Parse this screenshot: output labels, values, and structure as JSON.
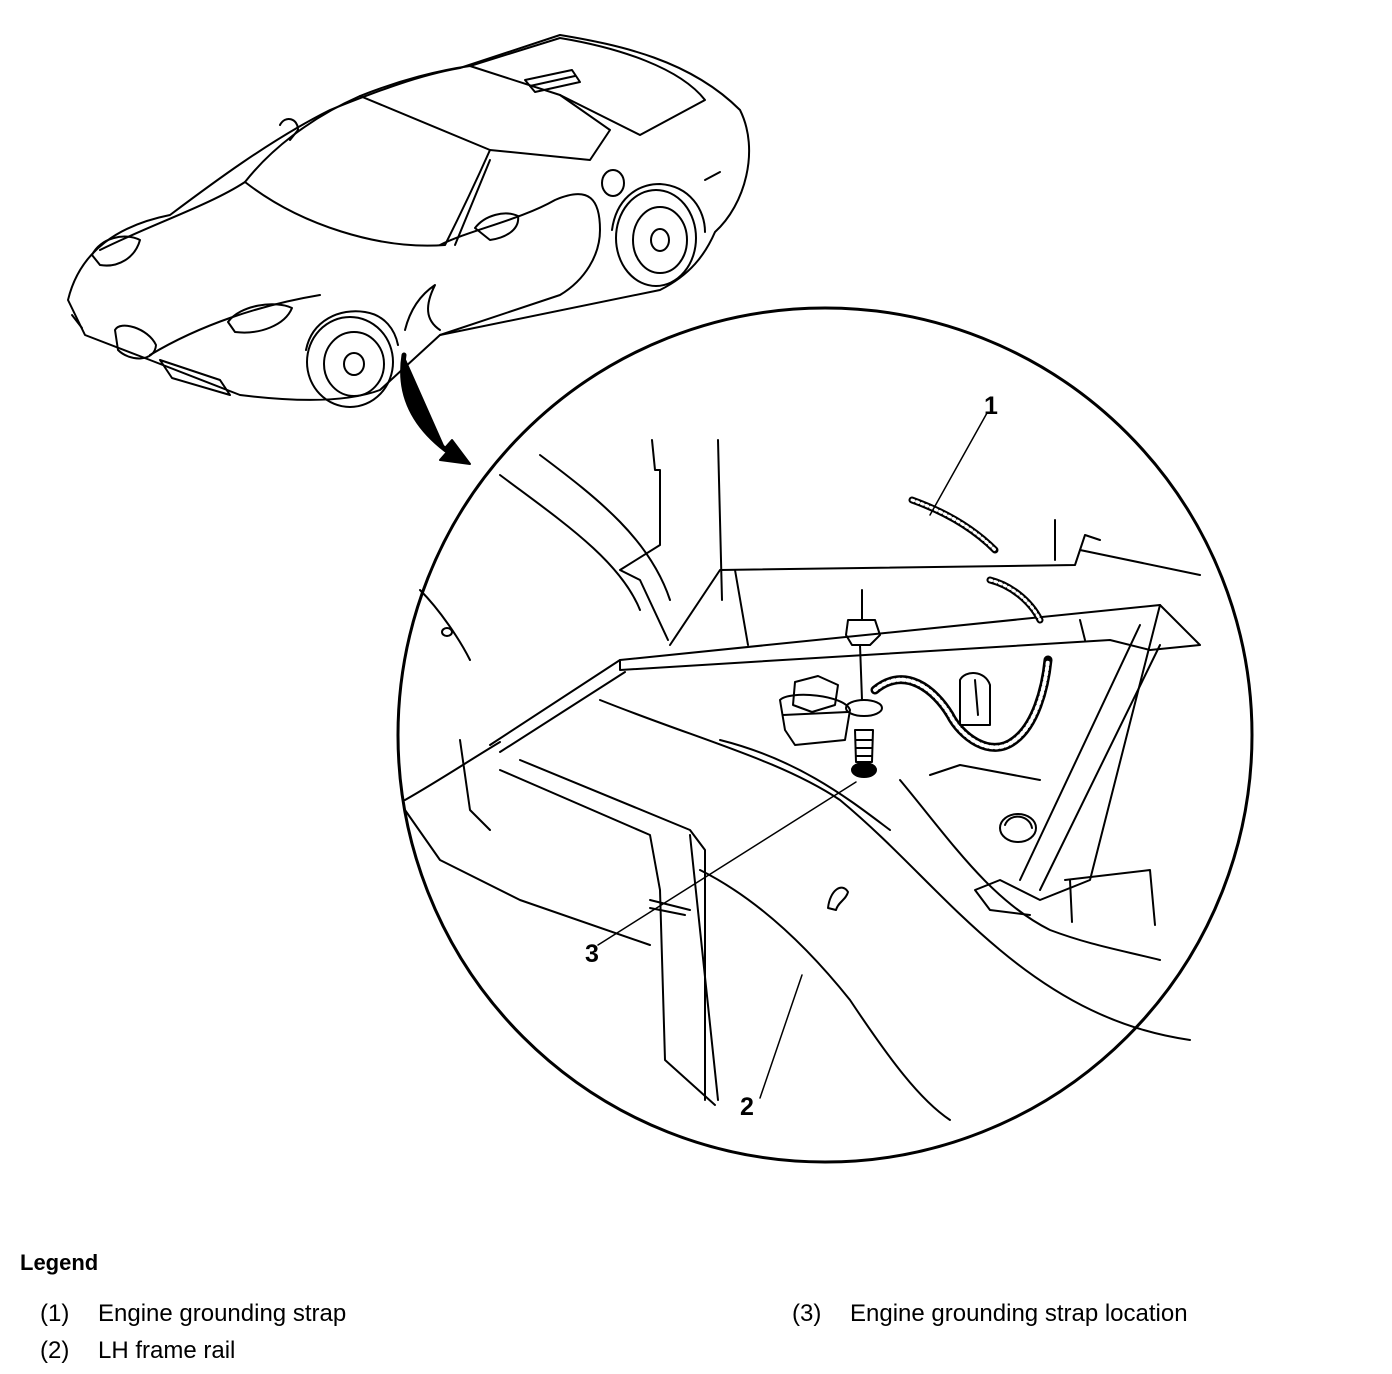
{
  "callouts": [
    "1",
    "2",
    "3"
  ],
  "legend": {
    "title": "Legend",
    "items": [
      {
        "num": "(1)",
        "text": "Engine grounding strap"
      },
      {
        "num": "(2)",
        "text": "LH frame rail"
      },
      {
        "num": "(3)",
        "text": "Engine grounding strap location"
      }
    ]
  }
}
